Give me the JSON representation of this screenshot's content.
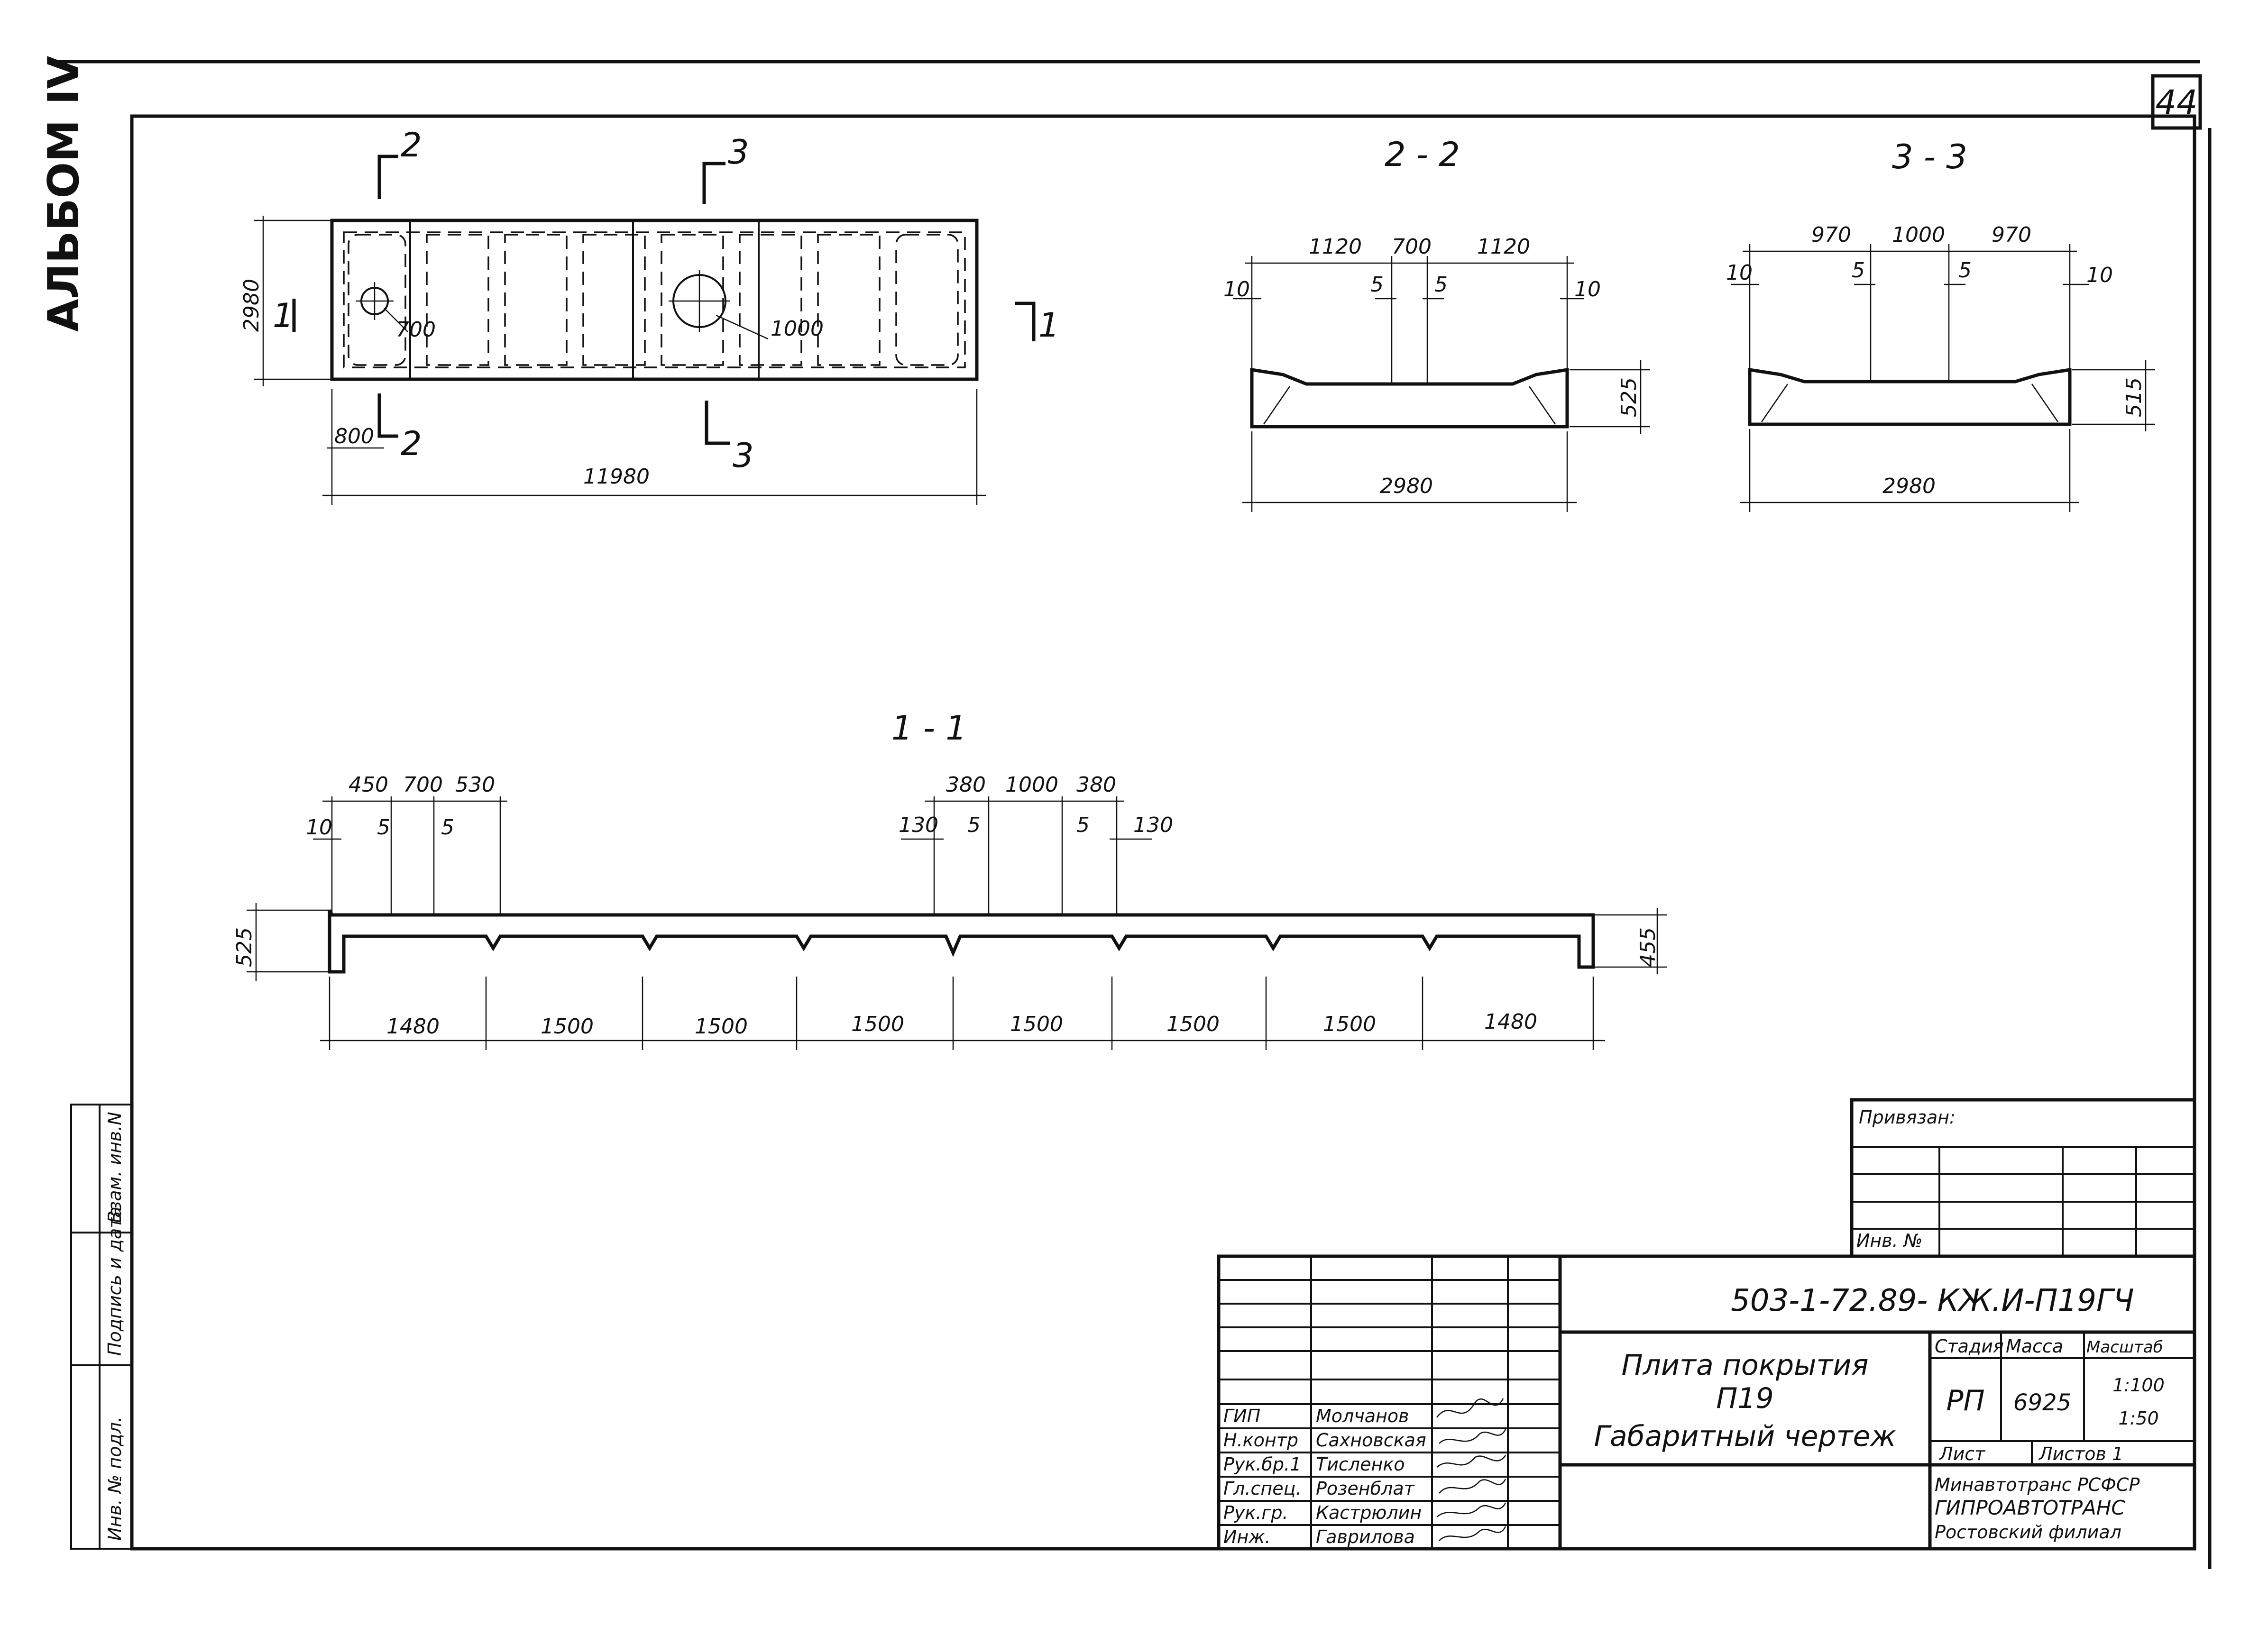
{
  "sheet": {
    "page_number": "44",
    "album": "АЛЬБОМ IV"
  },
  "plan": {
    "section_marks": [
      "2",
      "2",
      "3",
      "3",
      "1",
      "1"
    ],
    "dims": {
      "height": "2980",
      "length": "11980",
      "offset": "800",
      "hole_small": "700",
      "hole_large": "1000"
    }
  },
  "section_22": {
    "title": "2 - 2",
    "dims": [
      "1120",
      "700",
      "1120",
      "10",
      "5",
      "5",
      "10",
      "525",
      "2980"
    ]
  },
  "section_33": {
    "title": "3 - 3",
    "dims": [
      "970",
      "1000",
      "970",
      "10",
      "5",
      "5",
      "10",
      "515",
      "2980"
    ]
  },
  "section_11": {
    "title": "1 - 1",
    "top_dims": [
      "450",
      "700",
      "530",
      "380",
      "1000",
      "380"
    ],
    "small_dims": [
      "10",
      "5",
      "5",
      "130",
      "5",
      "5",
      "130"
    ],
    "side_dims": [
      "525",
      "455"
    ],
    "bottom_dims": [
      "1480",
      "1500",
      "1500",
      "1500",
      "1500",
      "1500",
      "1500",
      "1480"
    ]
  },
  "binding": {
    "title": "Привязан:",
    "inv": "Инв. №"
  },
  "left_stamp": [
    "Взам. инв.N",
    "Подпись и дата",
    "Инв. № подл."
  ],
  "title_block": {
    "code": "503-1-72.89- КЖ.И-П19ГЧ",
    "name_line1": "Плита покрытия",
    "name_line2": "П19",
    "name_line3": "Габаритный чертеж",
    "stage_label": "Стадия",
    "mass_label": "Масса",
    "scale_label": "Масштаб",
    "stage": "РП",
    "mass": "6925",
    "scale1": "1:100",
    "scale2": "1:50",
    "sheet_label": "Лист",
    "sheets_label": "Листов 1",
    "org1": "Минавтотранс РСФСР",
    "org2": "ГИПРОАВТОТРАНС",
    "org3": "Ростовский филиал",
    "people": [
      {
        "role": "ГИП",
        "name": "Молчанов"
      },
      {
        "role": "Н.контр",
        "name": "Сахновская"
      },
      {
        "role": "Рук.бр.1",
        "name": "Тисленко"
      },
      {
        "role": "Гл.спец.",
        "name": "Розенблат"
      },
      {
        "role": "Рук.гр.",
        "name": "Кастрюлин"
      },
      {
        "role": "Инж.",
        "name": "Гаврилова"
      }
    ]
  }
}
